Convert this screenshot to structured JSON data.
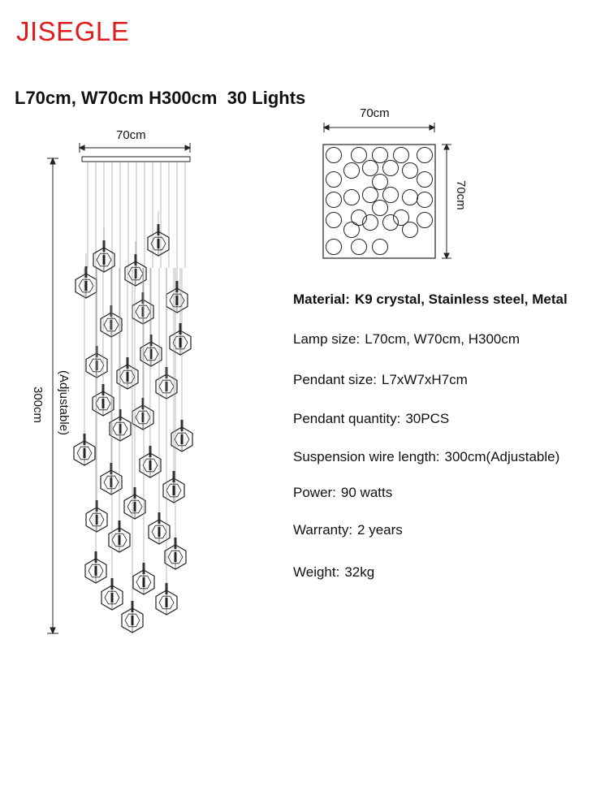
{
  "brand": "JISEGLE",
  "headline": "L70cm, W70cm H300cm  30 Lights",
  "side_view": {
    "width_label": "70cm",
    "height_label": "300cm",
    "adjustable_label": "(Adjustable)",
    "pendant_count": 30
  },
  "top_view": {
    "width_label": "70cm",
    "depth_label": "70cm",
    "circle_count": 30
  },
  "specs": [
    {
      "label": "Material:",
      "value": "K9 crystal, Stainless steel, Metal"
    },
    {
      "label": "Lamp size:",
      "value": "L70cm, W70cm, H300cm"
    },
    {
      "label": "Pendant size:",
      "value": "L7xW7xH7cm"
    },
    {
      "label": "Pendant quantity:",
      "value": "30PCS"
    },
    {
      "label": "Suspension wire length:",
      "value": "300cm(Adjustable)"
    },
    {
      "label": "Power:",
      "value": "90 watts"
    },
    {
      "label": "Warranty:",
      "value": "2 years"
    },
    {
      "label": "Weight:",
      "value": "32kg"
    }
  ],
  "colors": {
    "brand": "#e01b1b",
    "line": "#222222"
  }
}
